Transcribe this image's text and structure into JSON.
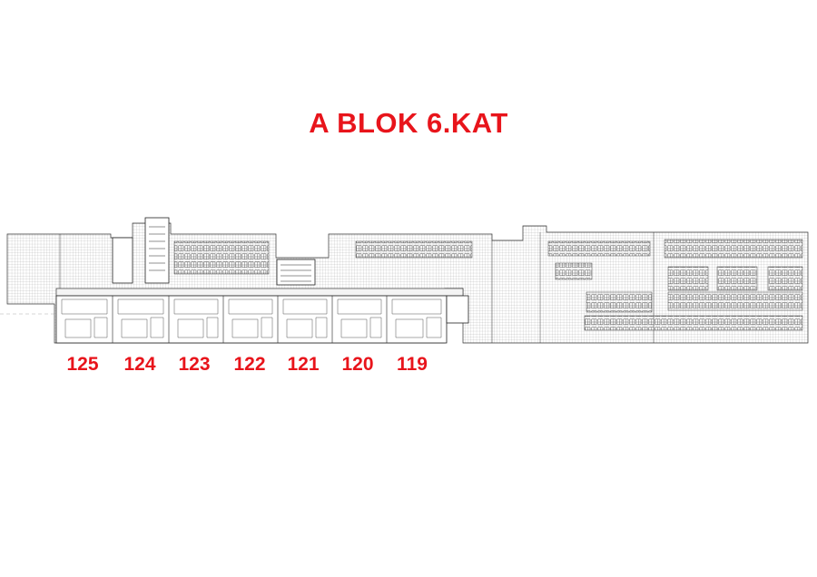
{
  "title": "A BLOK 6.KAT",
  "accent_color": "#e8141b",
  "units": [
    "125",
    "124",
    "123",
    "122",
    "121",
    "120",
    "119"
  ]
}
